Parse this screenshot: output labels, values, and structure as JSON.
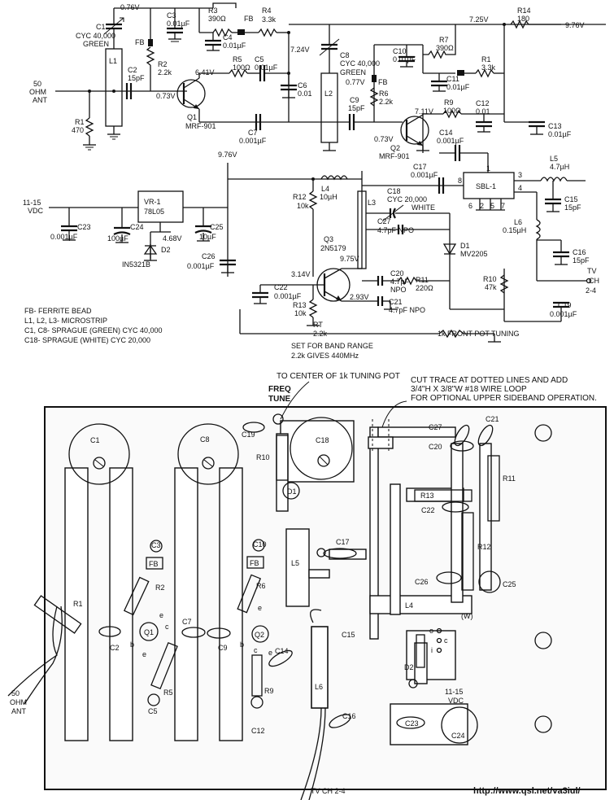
{
  "schematic": {
    "voltages": [
      "0.76V",
      "7.25V",
      "9.76V",
      "7.24V",
      "6.41V",
      "0.73V",
      "0.77V",
      "7.11V",
      "0.73V",
      "9.76V",
      "4.68V",
      "9.75V",
      "3.14V",
      "2.93V"
    ],
    "components": {
      "c1": [
        "C1",
        "CYC 40,000",
        "GREEN"
      ],
      "l1": "L1",
      "c2": [
        "C2",
        "15pF"
      ],
      "fb1": "FB",
      "r2": [
        "R2",
        "2.2k"
      ],
      "q1": [
        "Q1",
        "MRF-901"
      ],
      "r1": [
        "R1",
        "470"
      ],
      "c3": [
        "C3",
        "0.01µF"
      ],
      "r3": [
        "R3",
        "390Ω"
      ],
      "fb2": "FB",
      "r4": [
        "R4",
        "3.3k"
      ],
      "c4": [
        "C4",
        "0.01µF"
      ],
      "r5": [
        "R5",
        "100Ω"
      ],
      "c5": [
        "C5",
        "0.01µF"
      ],
      "c6": [
        "C6",
        "0.01"
      ],
      "c7": [
        "C7",
        "0.001µF"
      ],
      "c8": [
        "C8",
        "CYC 40,000",
        "GREEN"
      ],
      "l2": "L2",
      "c9": [
        "C9",
        "15pF"
      ],
      "fb3": "FB",
      "r6": [
        "R6",
        "2.2k"
      ],
      "r7": [
        "R7",
        "390Ω"
      ],
      "c10": [
        "C10",
        "0.01µF"
      ],
      "r1b": [
        "R1",
        "3.3k"
      ],
      "c11": [
        "C11",
        "0.01µF"
      ],
      "r9": [
        "R9",
        "100Ω"
      ],
      "c12": [
        "C12",
        "0.01"
      ],
      "q2": [
        "Q2",
        "MRF-901"
      ],
      "r14": [
        "R14",
        "180"
      ],
      "c13": [
        "C13",
        "0.01µF"
      ],
      "c14": [
        "C14",
        "0.001µF"
      ],
      "c17": [
        "C17",
        "0.001µF"
      ],
      "sbl": "SBL-1",
      "l5": [
        "L5",
        "4.7µH"
      ],
      "c15": [
        "C15",
        "15pF"
      ],
      "l6": [
        "L6",
        "0.15µH"
      ],
      "c16": [
        "C16",
        "15pF"
      ],
      "vr1": [
        "VR-1",
        "78L05"
      ],
      "c23": [
        "C23",
        "0.001µF"
      ],
      "c24": [
        "C24",
        "100µF"
      ],
      "d2": [
        "D2",
        "IN5321B"
      ],
      "c25": [
        "C25",
        "10µF"
      ],
      "c26": [
        "C26",
        "0.001µF"
      ],
      "r12": [
        "R12",
        "10k"
      ],
      "l4": [
        "L4",
        "10µH"
      ],
      "l3": "L3",
      "c18": [
        "C18",
        "CYC 20,000",
        "WHITE"
      ],
      "c27": [
        "C27",
        "4.7pF NPO"
      ],
      "q3": [
        "Q3",
        "2N5179"
      ],
      "d1": [
        "D1",
        "MV2205"
      ],
      "c22": [
        "C22",
        "0.001µF"
      ],
      "c20": [
        "C20",
        "4.7pF",
        "NPO"
      ],
      "r11": [
        "R11",
        "220Ω"
      ],
      "c21": [
        "C21",
        "4.7pF NPO"
      ],
      "r13": [
        "R13",
        "10k"
      ],
      "r10": [
        "R10",
        "47k"
      ],
      "c19": [
        "C19",
        "0.001µF"
      ],
      "rt": [
        "RT",
        "2.2k"
      ]
    },
    "pins": [
      "1",
      "2",
      "3",
      "4",
      "5",
      "6",
      "7",
      "8"
    ],
    "io": {
      "ant": [
        "50",
        "OHM",
        "ANT"
      ],
      "vdc": [
        "11-15",
        "VDC"
      ],
      "v976": "9.76V",
      "tv": [
        "TV",
        "CH",
        "2-4"
      ]
    },
    "legend": [
      "FB- FERRITE BEAD",
      "L1, L2, L3- MICROSTRIP",
      "C1, C8- SPRAGUE (GREEN) CYC 40,000",
      "C18- SPRAGUE (WHITE) CYC 20,000"
    ],
    "notes": {
      "rt1": "SET FOR BAND RANGE",
      "rt2": "2.2k GIVES 440MHz",
      "pot": "1k FRONT POT TUNING"
    }
  },
  "layout": {
    "notes": {
      "center": "TO CENTER OF 1k TUNING POT",
      "freq1": "FREQ",
      "freq2": "TUNE",
      "cut1": "CUT TRACE AT DOTTED LINES AND ADD",
      "cut2": "3/4\"H X 3/8\"W #18 WIRE LOOP",
      "cut3": "FOR OPTIONAL UPPER SIDEBAND OPERATION."
    },
    "labels": [
      "C1",
      "C8",
      "C18",
      "C19",
      "R10",
      "D1",
      "C27",
      "C21",
      "C20",
      "R11",
      "R13",
      "C22",
      "C17",
      "L5",
      "R12",
      "C25",
      "C26",
      "L4",
      "(W)",
      "C3",
      "FB",
      "R2",
      "C10",
      "FB",
      "R6",
      "R1",
      "C2",
      "Q1",
      "C7",
      "C9",
      "Q2",
      "C14",
      "C15",
      "R5",
      "C5",
      "R9",
      "C12",
      "L6",
      "C16",
      "D2",
      "C23",
      "C24"
    ],
    "pins": [
      "b",
      "e",
      "c",
      "e",
      "b",
      "c",
      "e",
      "e",
      "o",
      "c",
      "i"
    ],
    "io": {
      "ant": [
        "50",
        "OHM",
        "ANT"
      ],
      "vdc": [
        "11-15",
        "VDC"
      ],
      "tv": "TV CH 2-4"
    }
  },
  "footer": {
    "url": "http://www.qsl.net/va3iul/"
  }
}
